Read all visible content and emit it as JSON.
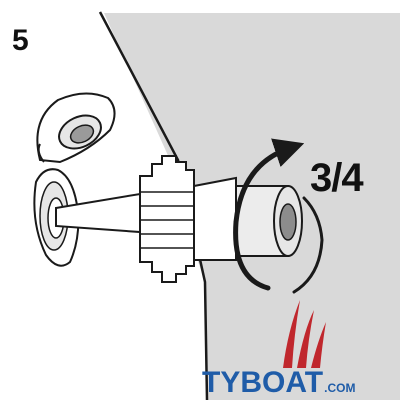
{
  "step": {
    "number": "5"
  },
  "rotation": {
    "label": "3/4"
  },
  "watermark": {
    "name": "TYBOAT",
    "tld": ".COM"
  },
  "colors": {
    "hull": "#d9d9d9",
    "outline": "#1a1a1a",
    "part": "#e6e6e6",
    "hole": "#8c8c8c",
    "brand_blue": "#1f5ca8",
    "brand_red": "#c0272d"
  },
  "icons": [
    "rotation-arrow-icon",
    "sail-logo-icon"
  ]
}
